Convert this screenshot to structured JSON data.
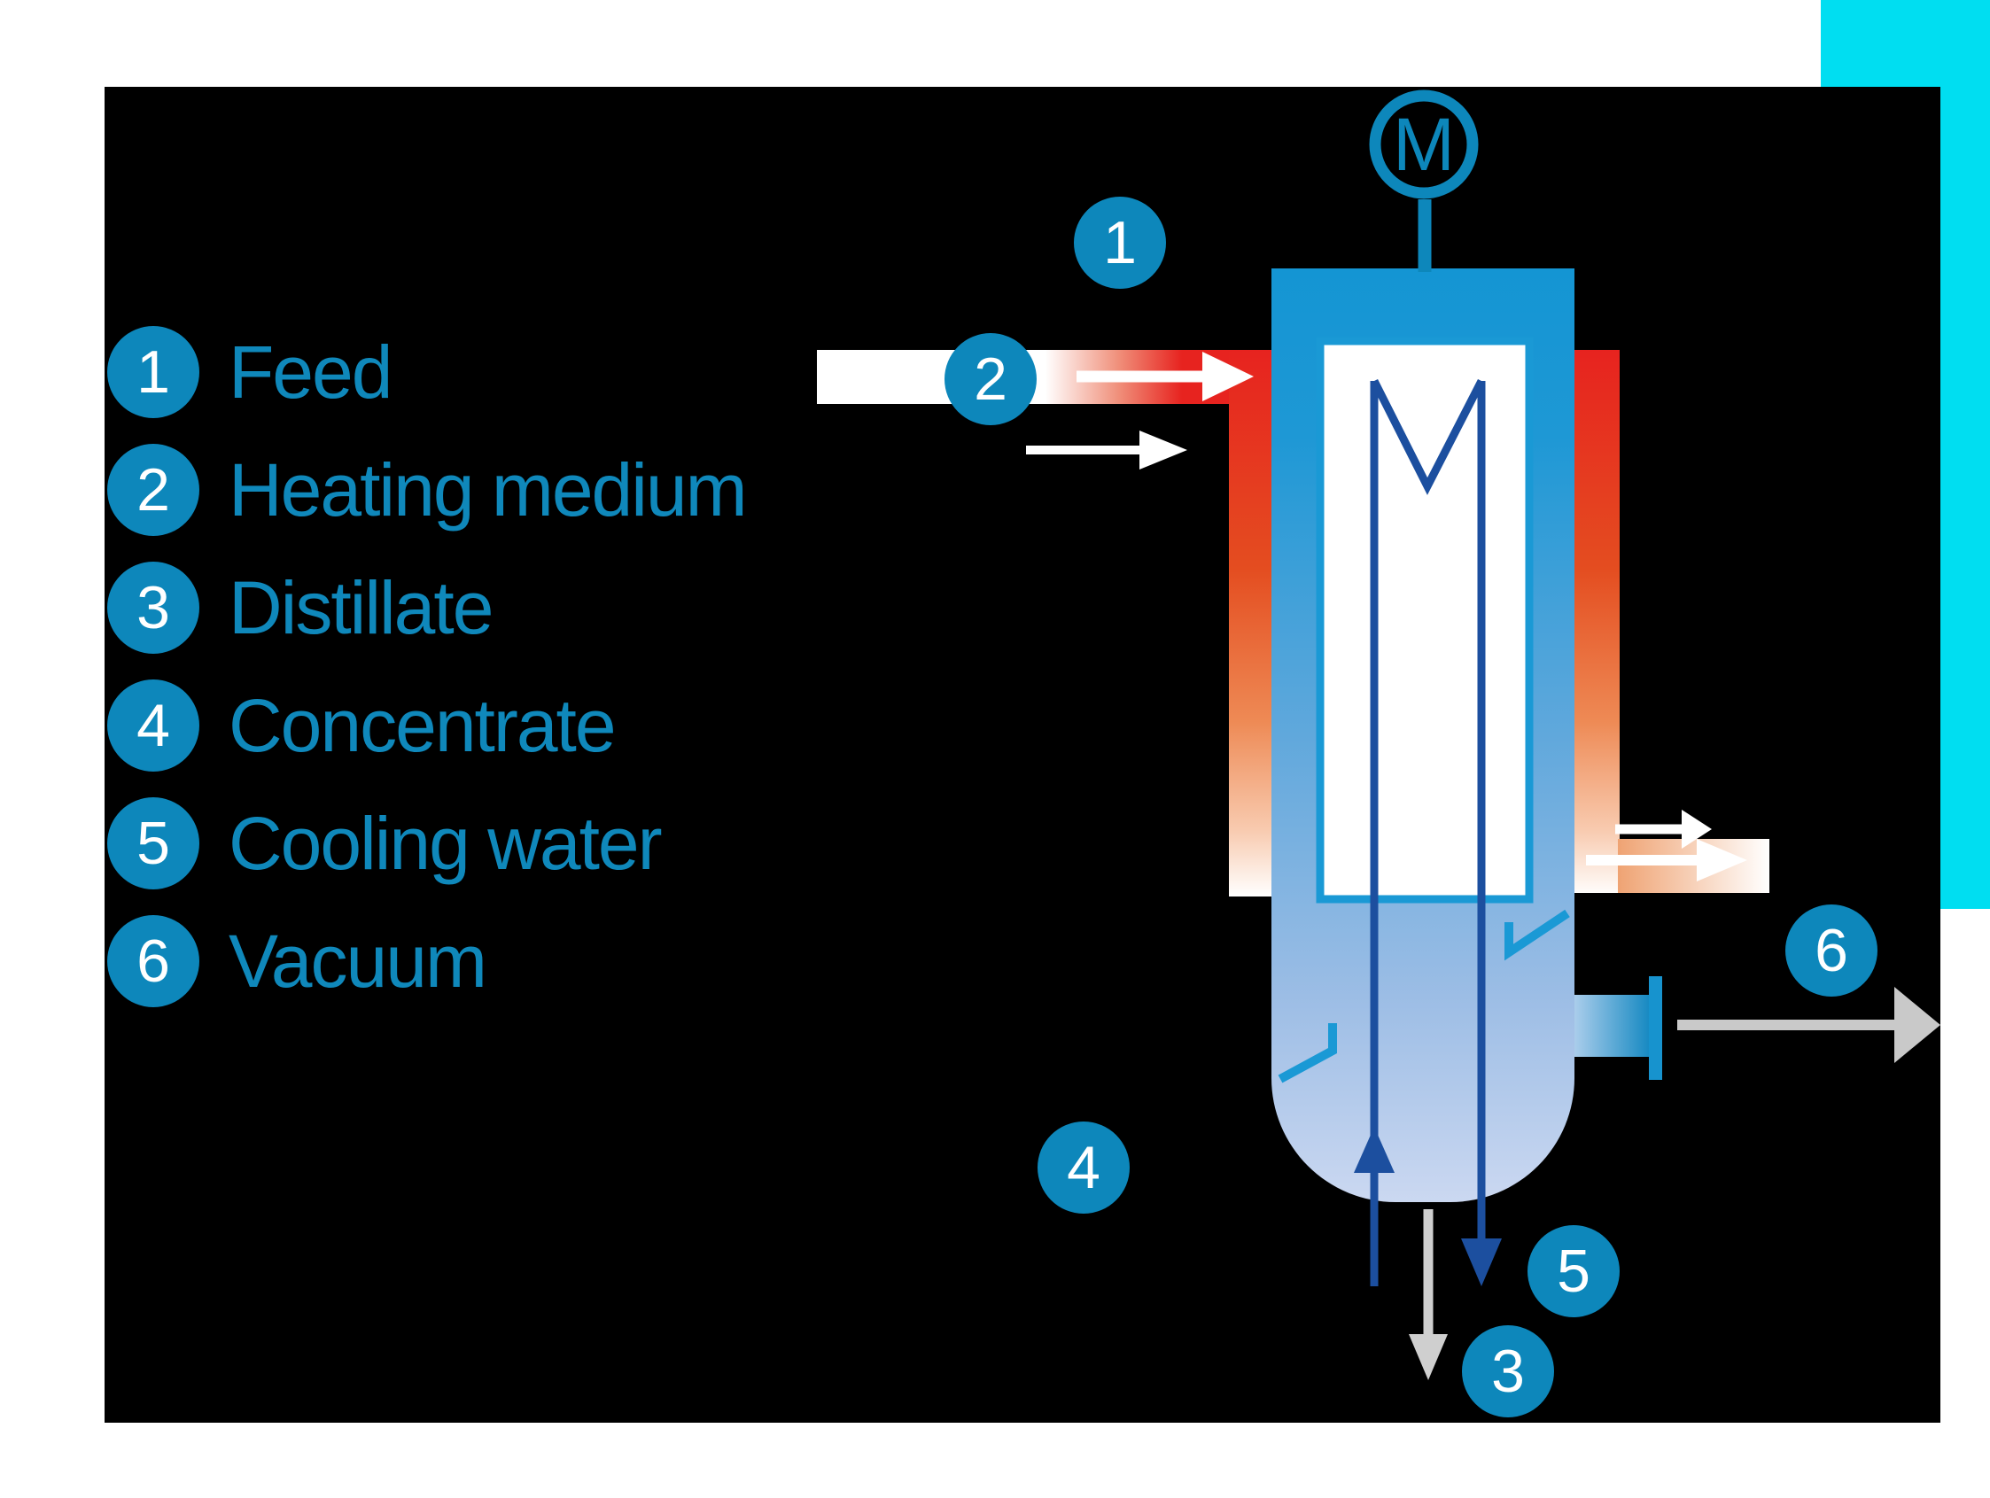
{
  "colors": {
    "azure_badge": "#0d87bb",
    "legend_text_blue": "#0f88bb",
    "corner_cyan": "#00def1",
    "heating_red": "#e7231f",
    "rotor_dark_blue": "#1c4f9f",
    "vessel_light_azure": "#1a99d5",
    "vacuum_gray": "#c9c9c9",
    "canvas_black": "#000000"
  },
  "legend": {
    "items": [
      {
        "num": "1",
        "label": "Feed"
      },
      {
        "num": "2",
        "label": "Heating medium"
      },
      {
        "num": "3",
        "label": "Distillate"
      },
      {
        "num": "4",
        "label": "Concentrate"
      },
      {
        "num": "5",
        "label": "Cooling water"
      },
      {
        "num": "6",
        "label": "Vacuum"
      }
    ]
  },
  "diagram": {
    "motor_label": "M",
    "badges": [
      {
        "num": "1"
      },
      {
        "num": "2"
      },
      {
        "num": "3"
      },
      {
        "num": "4"
      },
      {
        "num": "5"
      },
      {
        "num": "6"
      }
    ]
  }
}
